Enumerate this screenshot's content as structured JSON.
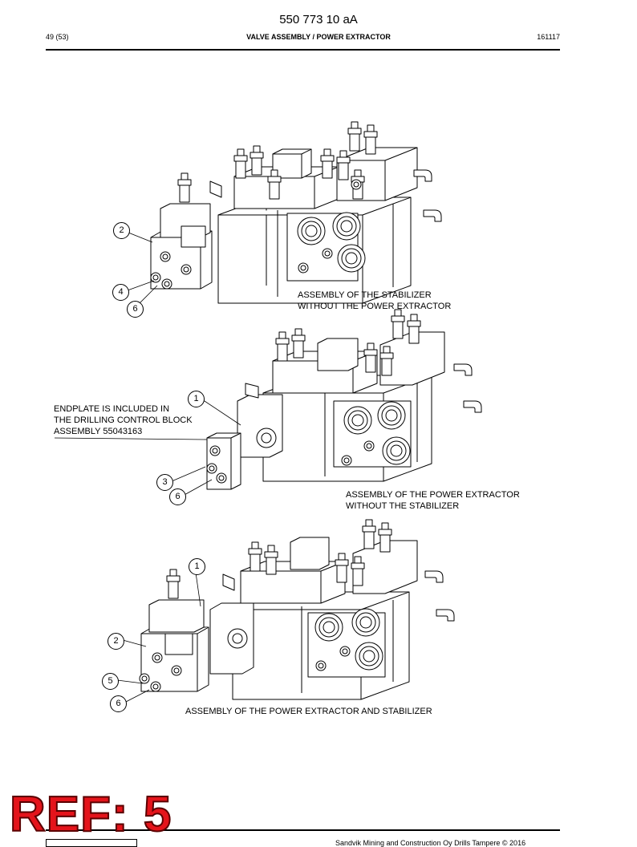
{
  "header": {
    "doc_number": "550 773 10 aA",
    "page": "49 (53)",
    "title": "VALVE ASSEMBLY / POWER EXTRACTOR",
    "date": "161117"
  },
  "figures": [
    {
      "caption_line1": "ASSEMBLY OF THE STABILIZER",
      "caption_line2": "WITHOUT THE POWER EXTRACTOR",
      "callouts": [
        "2",
        "4",
        "6"
      ]
    },
    {
      "caption_line1": "ASSEMBLY OF THE POWER EXTRACTOR",
      "caption_line2": "WITHOUT THE STABILIZER",
      "note_line1": "ENDPLATE IS INCLUDED IN",
      "note_line2": "THE DRILLING CONTROL BLOCK",
      "note_line3": "ASSEMBLY 55043163",
      "callouts": [
        "1",
        "3",
        "6"
      ]
    },
    {
      "caption_line1": "ASSEMBLY OF THE POWER EXTRACTOR AND STABILIZER",
      "callouts": [
        "1",
        "2",
        "5",
        "6"
      ]
    }
  ],
  "footer": {
    "copyright": "Sandvik Mining and Construction Oy Drills Tampere © 2016"
  },
  "stamp": {
    "text": "REF: 5",
    "color": "#e4141b"
  }
}
